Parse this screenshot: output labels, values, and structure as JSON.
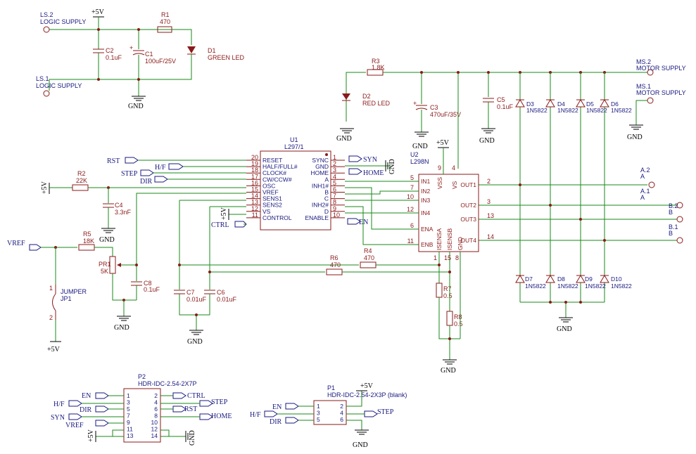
{
  "power": {
    "p5v": "+5V",
    "gnd": "GND"
  },
  "connectors": {
    "ls2": {
      "ref": "LS.2",
      "name": "LOGIC SUPPLY"
    },
    "ls1": {
      "ref": "LS.1",
      "name": "LOGIC SUPPLY"
    },
    "ms2": {
      "ref": "MS.2",
      "name": "MOTOR SUPPLY"
    },
    "ms1": {
      "ref": "MS.1",
      "name": "MOTOR SUPPLY"
    },
    "a2": {
      "ref": "A.2",
      "name": "A"
    },
    "a1": {
      "ref": "A.1",
      "name": "A"
    },
    "b2": {
      "ref": "B.2",
      "name": "B"
    },
    "b1": {
      "ref": "B.1",
      "name": "B"
    }
  },
  "parts": {
    "c2": {
      "ref": "C2",
      "val": "0.1uF"
    },
    "c1": {
      "ref": "C1",
      "val": "100uF/25V"
    },
    "r1": {
      "ref": "R1",
      "val": "470"
    },
    "d1": {
      "ref": "D1",
      "val": "GREEN LED"
    },
    "r3": {
      "ref": "R3",
      "val": "1.8K"
    },
    "d2": {
      "ref": "D2",
      "val": "RED LED"
    },
    "c3": {
      "ref": "C3",
      "val": "470uF/35V"
    },
    "c5": {
      "ref": "C5",
      "val": "0.1uF"
    },
    "d3": {
      "ref": "D3",
      "val": "1N5822"
    },
    "d4": {
      "ref": "D4",
      "val": "1N5822"
    },
    "d5": {
      "ref": "D5",
      "val": "1N5822"
    },
    "d6": {
      "ref": "D6",
      "val": "1N5822"
    },
    "d7": {
      "ref": "D7",
      "val": "1N5822"
    },
    "d8": {
      "ref": "D8",
      "val": "1N5822"
    },
    "d9": {
      "ref": "D9",
      "val": "1N5822"
    },
    "d10": {
      "ref": "D10",
      "val": "1N5822"
    },
    "r2": {
      "ref": "R2",
      "val": "22K"
    },
    "c4": {
      "ref": "C4",
      "val": "3.3nF"
    },
    "r5": {
      "ref": "R5",
      "val": "18K"
    },
    "pr1": {
      "ref": "PR1",
      "val": "5K"
    },
    "c8": {
      "ref": "C8",
      "val": "0.1uF"
    },
    "c7": {
      "ref": "C7",
      "val": "0.01uF"
    },
    "c6": {
      "ref": "C6",
      "val": "0.01uF"
    },
    "r6": {
      "ref": "R6",
      "val": "470"
    },
    "r4": {
      "ref": "R4",
      "val": "470"
    },
    "r7": {
      "ref": "R7",
      "val": "0.5"
    },
    "r8": {
      "ref": "R8",
      "val": "0.5"
    },
    "jp1": {
      "ref": "JP1",
      "val": "JUMPER"
    }
  },
  "u1": {
    "ref": "U1",
    "val": "L297/1",
    "left": [
      [
        "20",
        "RESET"
      ],
      [
        "19",
        "HALF/FULL#"
      ],
      [
        "18",
        "CLOCK#"
      ],
      [
        "17",
        "CW/CCW#"
      ],
      [
        "16",
        "OSC"
      ],
      [
        "15",
        "VREF"
      ],
      [
        "14",
        "SENS1"
      ],
      [
        "13",
        "SENS2"
      ],
      [
        "12",
        "VS"
      ],
      [
        "11",
        "CONTROL"
      ]
    ],
    "right": [
      [
        "1",
        "SYNC"
      ],
      [
        "2",
        "GND"
      ],
      [
        "3",
        "HOME"
      ],
      [
        "4",
        "A"
      ],
      [
        "5",
        "INH1#"
      ],
      [
        "6",
        "B"
      ],
      [
        "7",
        "C"
      ],
      [
        "8",
        "INH2#"
      ],
      [
        "9",
        "D"
      ],
      [
        "10",
        "ENABLE"
      ]
    ]
  },
  "u2": {
    "ref": "U2",
    "val": "L298N",
    "left": [
      [
        "5",
        "IN1"
      ],
      [
        "7",
        "IN2"
      ],
      [
        "10",
        "IN3"
      ],
      [
        "12",
        "IN4"
      ],
      [
        "6",
        "ENA"
      ],
      [
        "11",
        "ENB"
      ]
    ],
    "right": [
      [
        "2",
        "OUT1"
      ],
      [
        "3",
        "OUT2"
      ],
      [
        "13",
        "OUT3"
      ],
      [
        "14",
        "OUT4"
      ]
    ],
    "top": [
      [
        "9",
        "VSS"
      ],
      [
        "4",
        "VS"
      ]
    ],
    "bottom": [
      [
        "1",
        "ISENSA"
      ],
      [
        "15",
        "ISENSB"
      ],
      [
        "8",
        "GND"
      ]
    ]
  },
  "nets": {
    "rst": "RST",
    "hf": "H/F",
    "step": "STEP",
    "dir": "DIR",
    "ctrl": "CTRL",
    "syn": "SYN",
    "home": "HOME",
    "en": "EN",
    "vref": "VREF"
  },
  "p2": {
    "ref": "P2",
    "val": "HDR-IDC-2.54-2X7P",
    "pins": [
      [
        "1",
        "2"
      ],
      [
        "3",
        "4"
      ],
      [
        "5",
        "6"
      ],
      [
        "7",
        "8"
      ],
      [
        "9",
        "10"
      ],
      [
        "11",
        "12"
      ],
      [
        "13",
        "14"
      ]
    ]
  },
  "p1": {
    "ref": "P1",
    "val": "HDR-IDC-2.54-2X3P (blank)",
    "pins": [
      [
        "1",
        "2"
      ],
      [
        "3",
        "4"
      ],
      [
        "5",
        "6"
      ]
    ]
  }
}
